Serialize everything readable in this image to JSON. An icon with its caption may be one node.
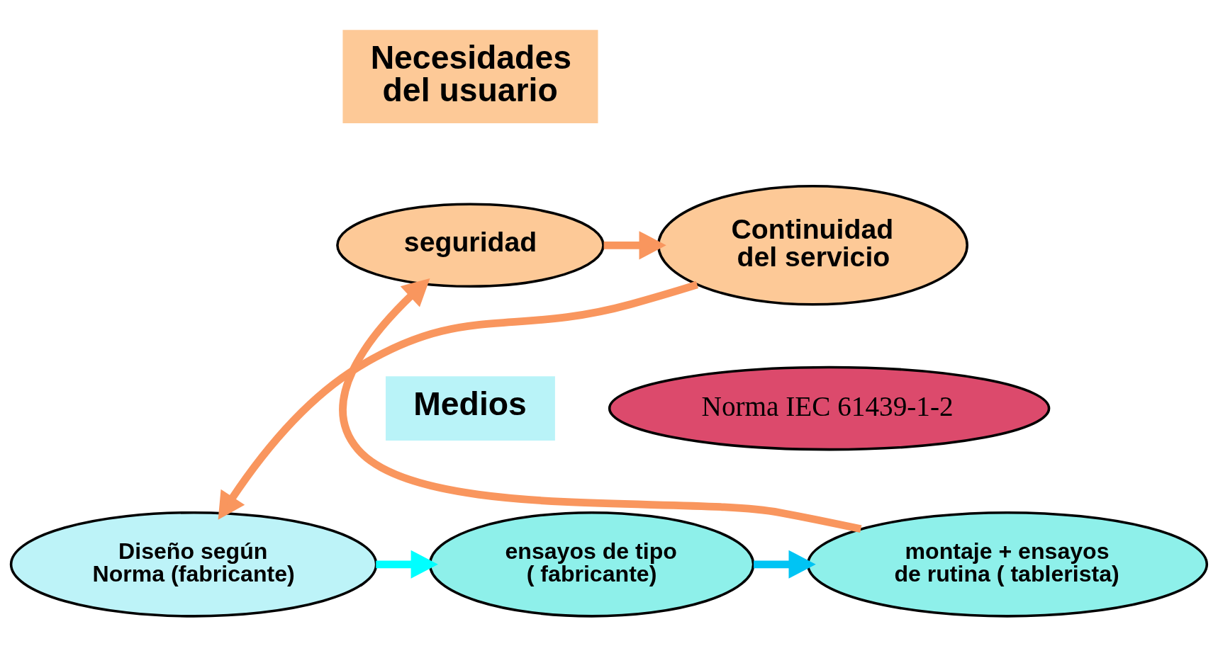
{
  "diagram": {
    "nodes": [
      {
        "text": [
          "Necesidades del usuario"
        ]
      },
      {
        "text": [
          "seguridad"
        ]
      },
      {
        "text": [
          "Continuidad del servicio"
        ]
      },
      {
        "text": [
          "Norma IEC 61439-1-2"
        ]
      },
      {
        "text": [
          "Medios"
        ]
      },
      {
        "text": [
          "montaje + ensayos de rutina ( tablerista)"
        ]
      },
      {
        "text": [
          "ensayos de tipo ( fabricante)"
        ]
      },
      {
        "text": [
          "Diseño según Norma (fabricante)"
        ]
      }
    ],
    "edges": [
      {
        "from": 1,
        "to": 2,
        "arrow": "to"
      },
      {
        "from": 2,
        "to": 7,
        "arrow": "to"
      },
      {
        "from": 7,
        "to": 6,
        "arrow": "to",
        "color": "#00ffff"
      },
      {
        "from": 6,
        "to": 5,
        "arrow": "to",
        "color": "#00c4f4"
      },
      {
        "from": 5,
        "to": 1,
        "arrow": "to"
      }
    ]
  }
}
